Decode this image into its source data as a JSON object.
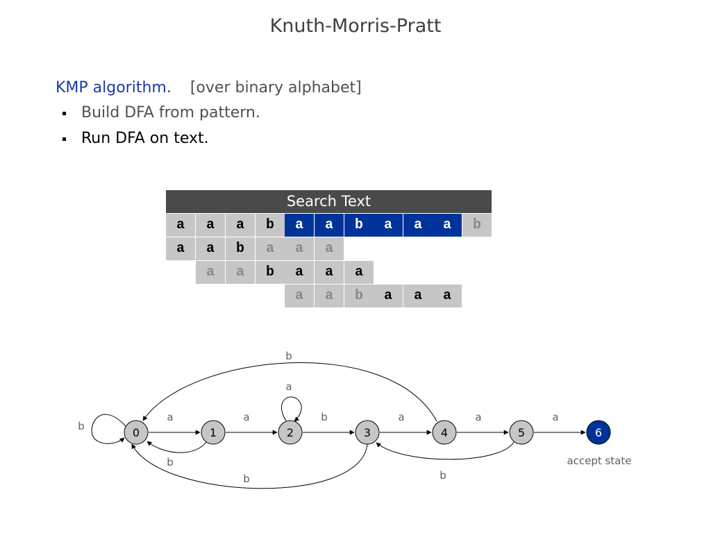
{
  "title": "Knuth-Morris-Pratt",
  "heading": {
    "kmp": "KMP algorithm.",
    "note": "[over binary alphabet]"
  },
  "bullets": [
    "Build DFA from pattern.",
    "Run DFA on text."
  ],
  "search": {
    "header": "Search Text",
    "text": [
      "a",
      "a",
      "a",
      "b",
      "a",
      "a",
      "b",
      "a",
      "a",
      "a",
      "b"
    ],
    "row1": [
      "a",
      "a",
      "b",
      "a",
      "a",
      "a"
    ],
    "row2": [
      "a",
      "a",
      "b",
      "a",
      "a",
      "a"
    ],
    "row3": [
      "a",
      "a",
      "b",
      "a",
      "a",
      "a"
    ]
  },
  "dfa": {
    "states": [
      "0",
      "1",
      "2",
      "3",
      "4",
      "5",
      "6"
    ],
    "edge_labels": {
      "self0": "b",
      "e01": "a",
      "e12": "a",
      "e23": "b",
      "e34": "a",
      "e45": "a",
      "e56": "a",
      "self2": "a",
      "e10": "b",
      "e30": "b",
      "e40": "b",
      "e53": "b"
    },
    "accept_label": "accept state",
    "colors": {
      "accept": "#003399",
      "node": "#c6c6c6"
    }
  }
}
